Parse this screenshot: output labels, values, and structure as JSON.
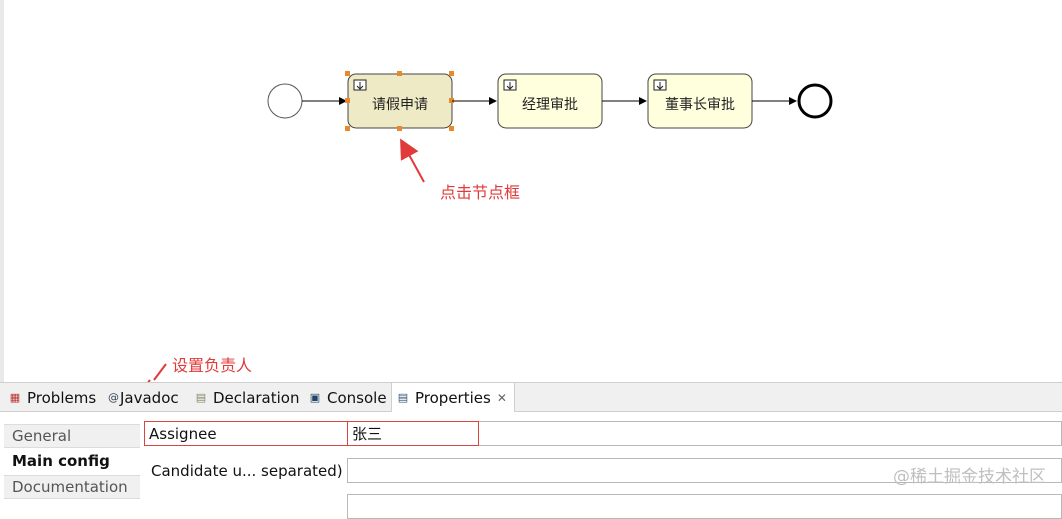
{
  "diagram": {
    "nodes": [
      {
        "label": "请假申请",
        "state": "selected"
      },
      {
        "label": "经理审批",
        "state": "normal"
      },
      {
        "label": "董事长审批",
        "state": "normal"
      }
    ],
    "colors": {
      "task_fill": "#FFFFDD",
      "task_selected_fill": "#EDEAC5",
      "selection_handle": "#E8892B",
      "annotation": "#E03A3A"
    }
  },
  "annotations": {
    "click_node": "点击节点框",
    "set_assignee": "设置负责人"
  },
  "tabs": [
    {
      "label": "Problems",
      "icon": "problems-icon"
    },
    {
      "label": "Javadoc",
      "icon": "javadoc-icon"
    },
    {
      "label": "Declaration",
      "icon": "declaration-icon"
    },
    {
      "label": "Console",
      "icon": "console-icon"
    },
    {
      "label": "Properties",
      "icon": "properties-icon"
    }
  ],
  "sidebar": {
    "items": [
      {
        "label": "General"
      },
      {
        "label": "Main config"
      },
      {
        "label": "Documentation"
      }
    ]
  },
  "properties": {
    "assignee_label": "Assignee",
    "assignee_value": "张三",
    "candidate_label": "Candidate u... separated)",
    "candidate_value": ""
  },
  "watermark": "@稀土掘金技术社区"
}
